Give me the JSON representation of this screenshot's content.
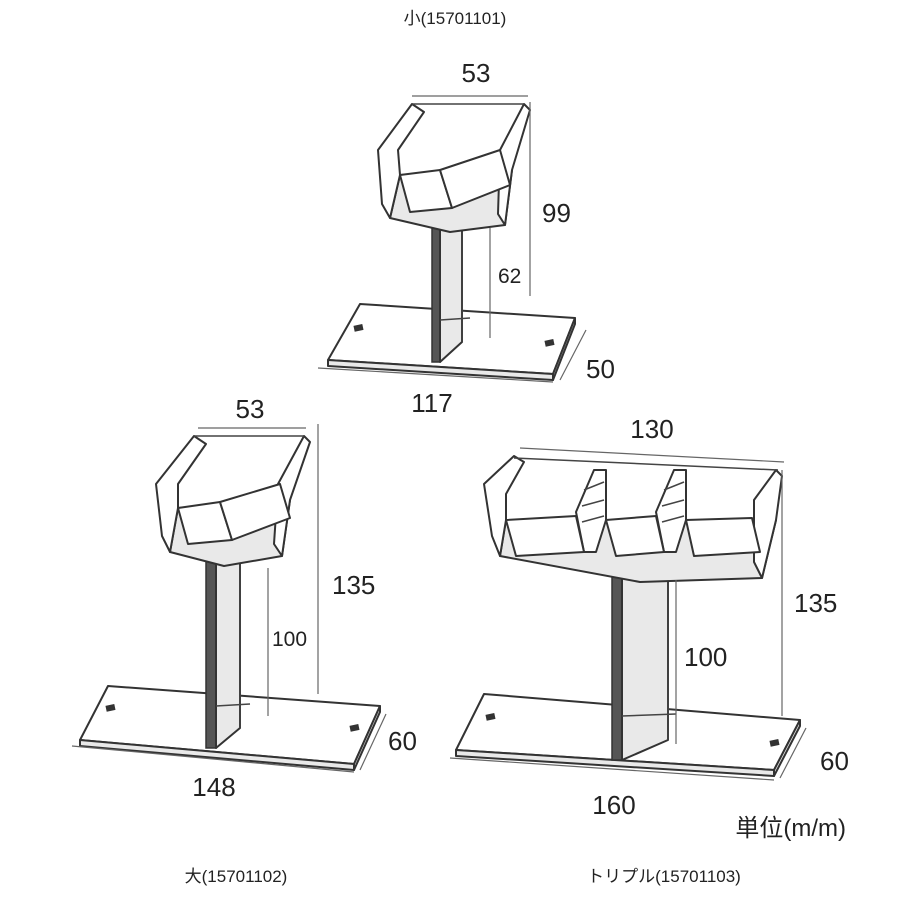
{
  "unit_label": "単位(m/m)",
  "products": [
    {
      "caption": "小(15701101)",
      "dims": {
        "width": "53",
        "height": "99",
        "inner_height": "62",
        "depth": "50",
        "base_length": "117"
      }
    },
    {
      "caption": "大(15701102)",
      "dims": {
        "width": "53",
        "height": "135",
        "inner_height": "100",
        "depth": "60",
        "base_length": "148"
      }
    },
    {
      "caption": "トリプル(15701103)",
      "dims": {
        "width": "130",
        "height": "135",
        "inner_height": "100",
        "depth": "60",
        "base_length": "160"
      }
    }
  ]
}
